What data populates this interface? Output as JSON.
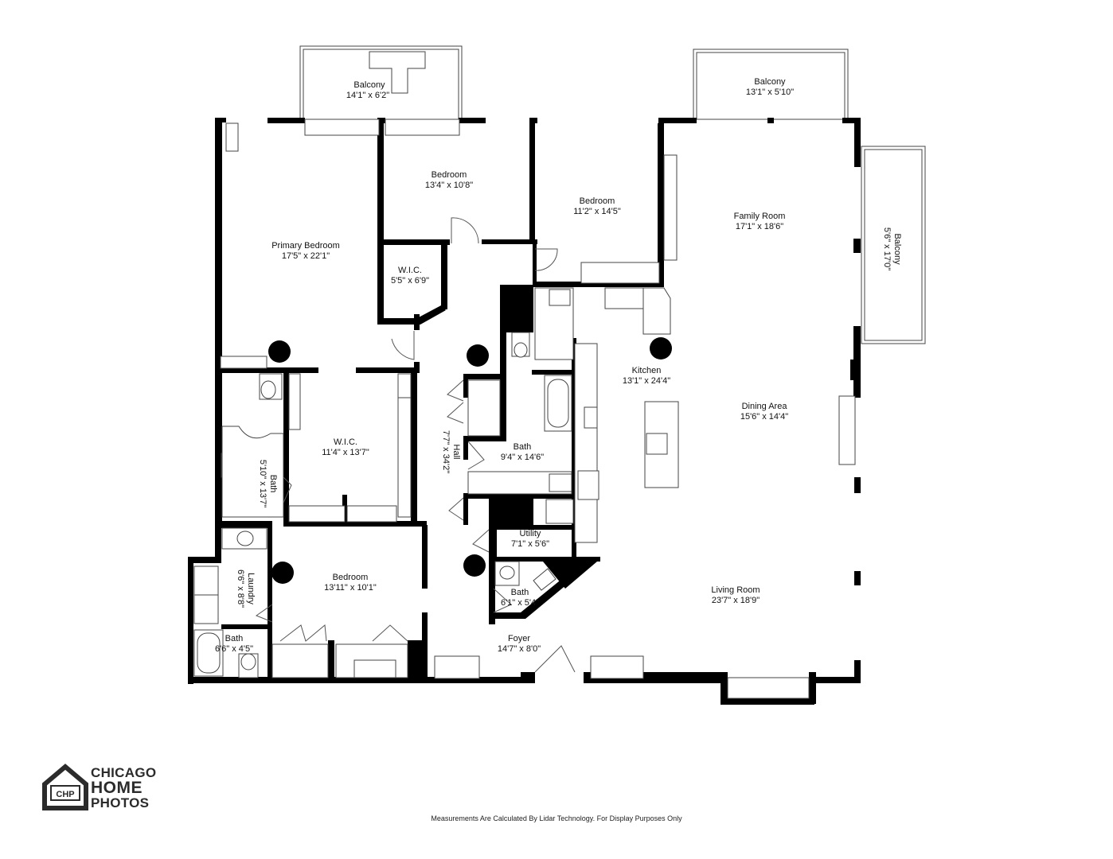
{
  "rooms": {
    "balcony_left": {
      "name": "Balcony",
      "dims": "14'1\" x 6'2\""
    },
    "balcony_center": {
      "name": "Balcony",
      "dims": "13'1\" x 5'10\""
    },
    "balcony_right": {
      "name": "Balcony",
      "dims": "5'6\" x 17'0\""
    },
    "primary_bedroom": {
      "name": "Primary Bedroom",
      "dims": "17'5\" x 22'1\""
    },
    "bedroom_north": {
      "name": "Bedroom",
      "dims": "13'4\" x 10'8\""
    },
    "bedroom_east": {
      "name": "Bedroom",
      "dims": "11'2\" x 14'5\""
    },
    "wic_small": {
      "name": "W.I.C.",
      "dims": "5'5\" x 6'9\""
    },
    "family_room": {
      "name": "Family Room",
      "dims": "17'1\" x 18'6\""
    },
    "kitchen": {
      "name": "Kitchen",
      "dims": "13'1\" x 24'4\""
    },
    "dining_area": {
      "name": "Dining Area",
      "dims": "15'6\" x 14'4\""
    },
    "wic_large": {
      "name": "W.I.C.",
      "dims": "11'4\" x 13'7\""
    },
    "bath_primary": {
      "name": "Bath",
      "dims": "5'10\" x 13'7\""
    },
    "hall": {
      "name": "Hall",
      "dims": "7'7\" x 34'2\""
    },
    "bath_center": {
      "name": "Bath",
      "dims": "9'4\" x 14'6\""
    },
    "utility": {
      "name": "Utility",
      "dims": "7'1\" x 5'6\""
    },
    "laundry": {
      "name": "Laundry",
      "dims": "6'6\" x 8'8\""
    },
    "bedroom_south": {
      "name": "Bedroom",
      "dims": "13'11\" x 10'1\""
    },
    "bath_small": {
      "name": "Bath",
      "dims": "6'1\" x 5'4\""
    },
    "living_room": {
      "name": "Living Room",
      "dims": "23'7\" x 18'9\""
    },
    "bath_laundry": {
      "name": "Bath",
      "dims": "6'6\" x 4'5\""
    },
    "foyer": {
      "name": "Foyer",
      "dims": "14'7\" x 8'0\""
    }
  },
  "logo": {
    "line1": "CHICAGO",
    "line2": "HOME",
    "line3": "PHOTOS",
    "mark": "CHP"
  },
  "disclaimer": "Measurements Are Calculated By Lidar Technology. For Display Purposes Only",
  "colors": {
    "wall": "#000000",
    "fixture_line": "#444444"
  }
}
